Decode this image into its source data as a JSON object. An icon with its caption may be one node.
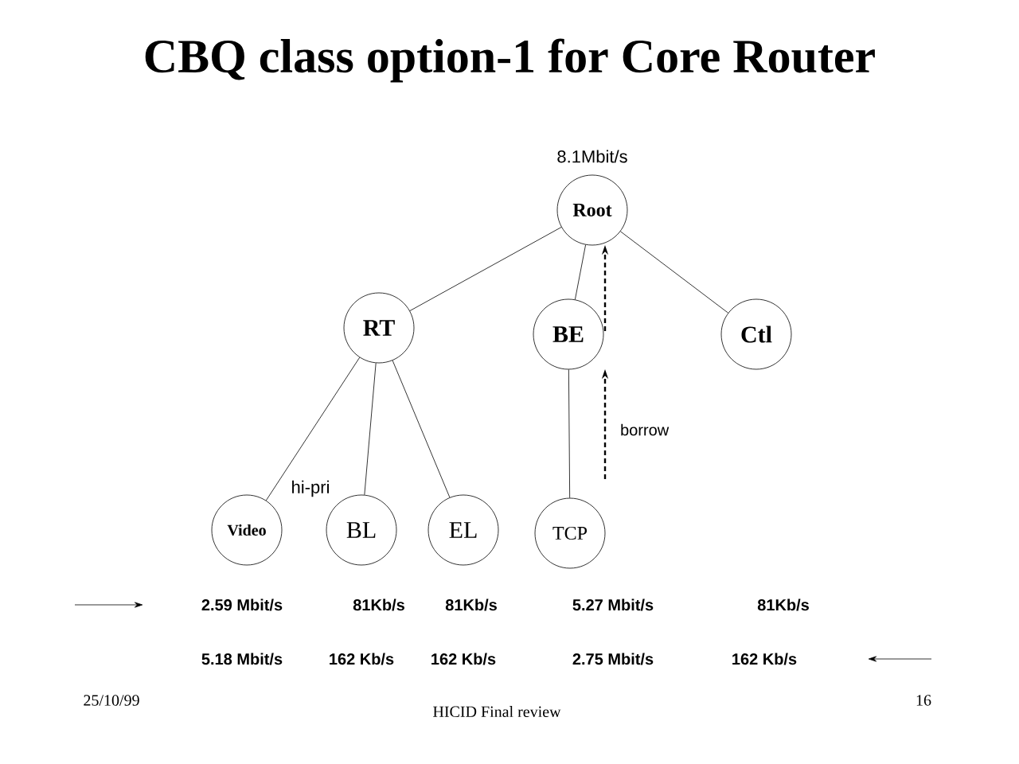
{
  "diagram": {
    "title": "CBQ class option-1 for Core Router",
    "nodes": [
      {
        "text": [
          "Root"
        ],
        "beside": [
          "8.1Mbit/s"
        ]
      },
      {
        "text": [
          "RT"
        ]
      },
      {
        "text": [
          "BE"
        ]
      },
      {
        "text": [
          "Ctl"
        ]
      },
      {
        "text": [
          "Video"
        ]
      },
      {
        "text": [
          "BL"
        ]
      },
      {
        "text": [
          "EL"
        ]
      },
      {
        "text": [
          "TCP"
        ]
      }
    ],
    "edges": [
      {
        "from": 0,
        "to": 1,
        "arrow": "none"
      },
      {
        "from": 0,
        "to": 2,
        "arrow": "none"
      },
      {
        "from": 0,
        "to": 3,
        "arrow": "none"
      },
      {
        "from": 1,
        "to": 4,
        "arrow": "none"
      },
      {
        "from": 1,
        "to": 5,
        "arrow": "none"
      },
      {
        "from": 1,
        "to": 6,
        "arrow": "none"
      },
      {
        "from": 2,
        "to": 7,
        "arrow": "none"
      },
      {
        "from": 2,
        "to": 0,
        "arrow": "to",
        "style": "dashed"
      },
      {
        "from": 7,
        "to": 2,
        "arrow": "to",
        "style": "dashed",
        "label": "borrow"
      }
    ],
    "labels": [
      "hi-pri",
      "2.59 Mbit/s",
      "81Kb/s",
      "81Kb/s",
      "5.27 Mbit/s",
      "81Kb/s",
      "5.18 Mbit/s",
      "162 Kb/s",
      "162 Kb/s",
      "2.75 Mbit/s",
      "162 Kb/s",
      "25/10/99",
      "HICID Final review",
      "16"
    ]
  }
}
